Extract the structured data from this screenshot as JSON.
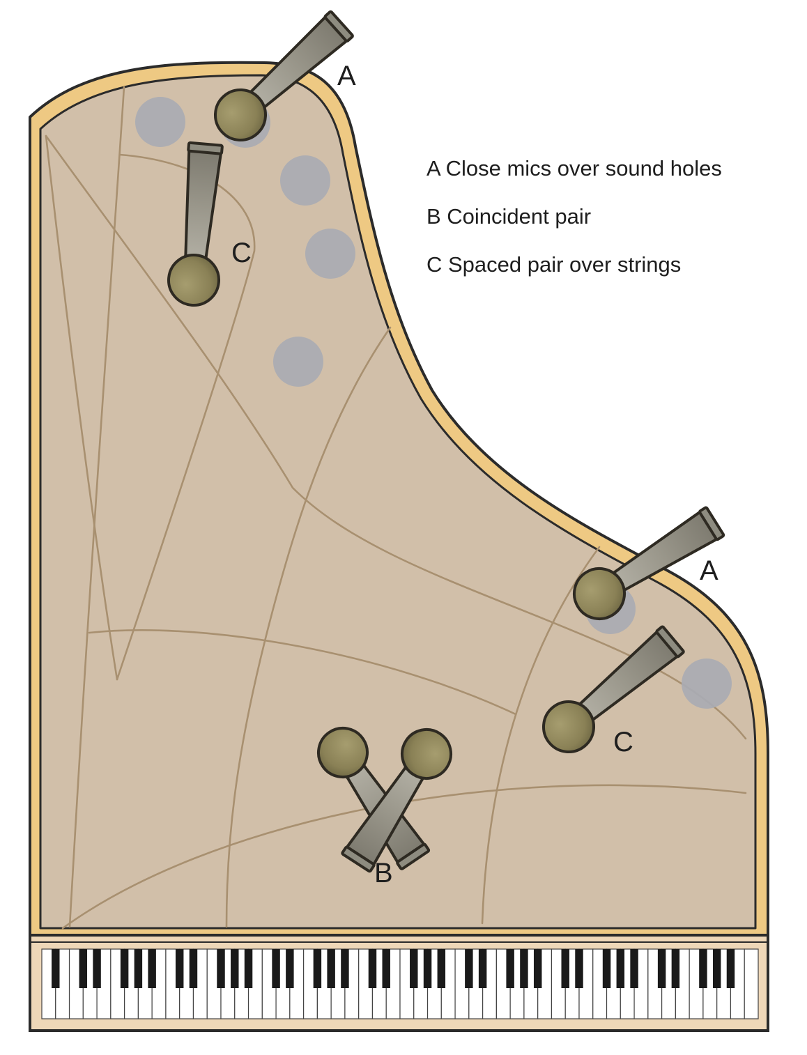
{
  "legend": [
    {
      "letter": "A",
      "text": "A Close mics over sound holes"
    },
    {
      "letter": "B",
      "text": "B Coincident pair"
    },
    {
      "letter": "C",
      "text": "C Spaced pair over strings"
    }
  ],
  "mic_labels": {
    "close_mic_top": "A",
    "close_mic_bottom": "A",
    "coincident_pair": "B",
    "spaced_mic_top": "C",
    "spaced_mic_bottom": "C"
  },
  "colors": {
    "soundboard": "#d1bfa9",
    "rim": "#eec983",
    "outline": "#2b2b2b",
    "frame_lines": "#a89070",
    "sound_holes": "#a9abb3",
    "mic_body": "#9b988c",
    "mic_head": "#8d8458"
  },
  "keyboard": {
    "white_key_count": 52
  }
}
